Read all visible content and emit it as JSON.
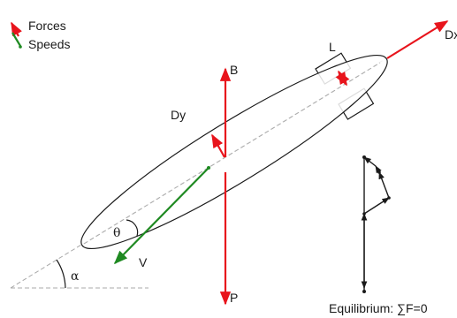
{
  "legend": {
    "forces_label": "Forces",
    "speeds_label": "Speeds"
  },
  "labels": {
    "dx": "Dx",
    "l": "L",
    "b": "B",
    "dy": "Dy",
    "theta": "θ",
    "v": "V",
    "alpha": "α",
    "p": "P"
  },
  "equilibrium": {
    "caption": "Equilibrium: ∑F=0"
  },
  "colors": {
    "force": "#e8141c",
    "speed": "#1f8a22",
    "outline": "#1a1a1a",
    "guide": "#a8a8a8"
  }
}
